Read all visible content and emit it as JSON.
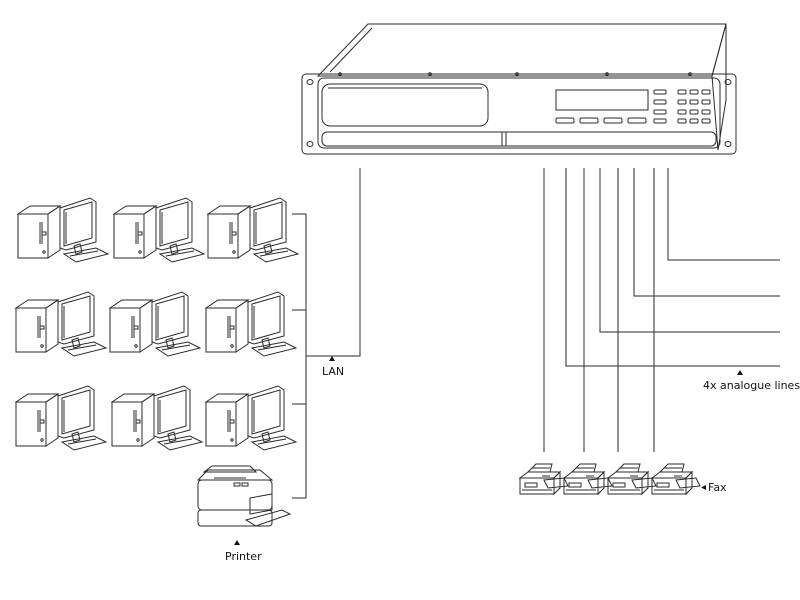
{
  "labels": {
    "lan": "LAN",
    "analogue_lines": "4x analogue lines",
    "fax": "Fax",
    "printer": "Printer"
  },
  "counts": {
    "computers": 9,
    "fax_machines": 4,
    "analogue_lines": 4,
    "printers": 1
  },
  "colors": {
    "line": "#2b2b2b",
    "background": "#ffffff",
    "device_fill": "#ffffff",
    "detail_fill": "#dddddd"
  },
  "icons": {
    "server": "rack-server-icon",
    "computer": "desktop-computer-icon",
    "printer": "printer-icon",
    "fax": "fax-machine-icon"
  }
}
